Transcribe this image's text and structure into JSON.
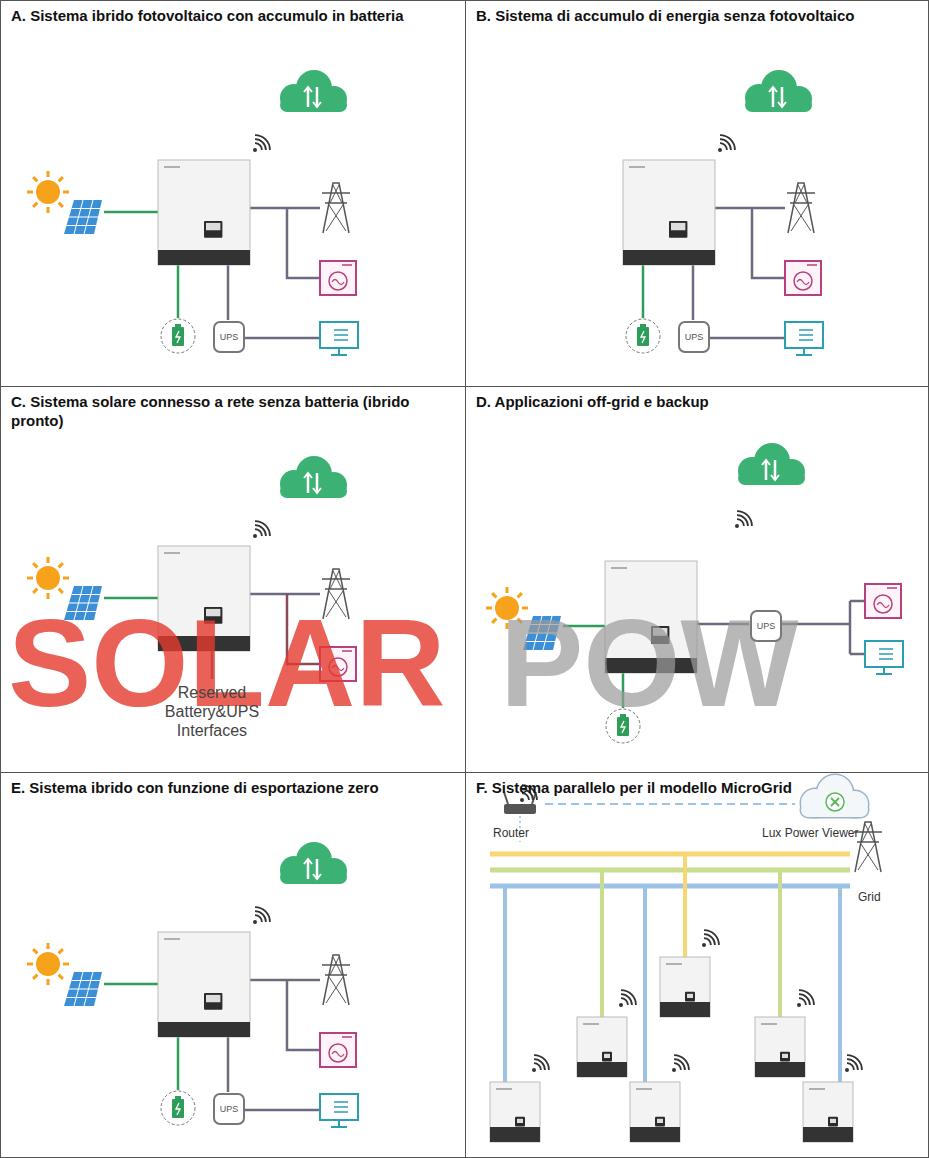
{
  "diagram": {
    "nodes": [
      {
        "text": [
          "A. Sistema ibrido fotovoltaico con accumulo in batteria"
        ]
      },
      {
        "text": [
          "UPS"
        ],
        "in": 0
      },
      {
        "text": [
          "B. Sistema di accumulo di energia senza fotovoltaico"
        ]
      },
      {
        "text": [
          "UPS"
        ],
        "in": 2
      },
      {
        "text": [
          "C. Sistema solare connesso a rete senza batteria (ibrido pronto)"
        ]
      },
      {
        "text": [
          "D. Applicazioni off-grid e backup"
        ]
      },
      {
        "text": [
          "UPS"
        ],
        "in": 5
      },
      {
        "text": [
          "E. Sistema ibrido con funzione di esportazione zero"
        ]
      },
      {
        "text": [
          "UPS"
        ],
        "in": 7
      },
      {
        "text": [
          "F. Sistema parallelo per il modello MicroGrid"
        ]
      }
    ],
    "labels": [
      "SOLAR",
      "POW",
      "Reserved Battery&UPS Interfaces",
      "Router",
      "Lux Power Viewer",
      "Grid"
    ]
  }
}
